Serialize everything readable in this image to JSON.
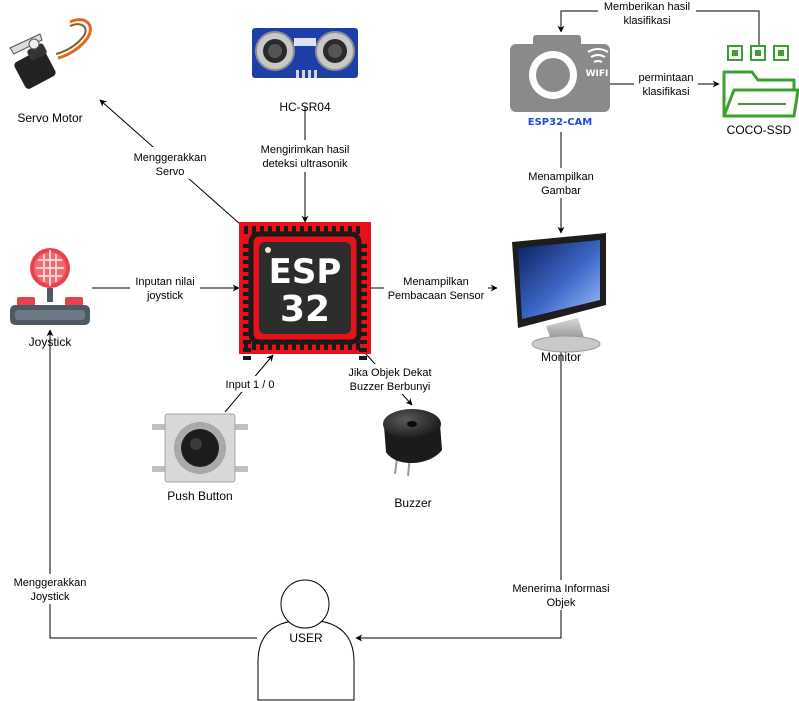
{
  "nodes": {
    "servo": "Servo Motor",
    "hcsr04": "HC-SR04",
    "joystick": "Joystick",
    "esp32_chip": [
      "ESP",
      "32"
    ],
    "push_button": "Push Button",
    "buzzer": "Buzzer",
    "user": "USER",
    "esp32cam": "ESP32-CAM",
    "wifi": "WIFI",
    "hcsr04_pins": "HC-SR04",
    "coco": "COCO-SSD",
    "monitor": "Monitor"
  },
  "edges": {
    "servo": [
      "Menggerakkan",
      "Servo"
    ],
    "sensor": [
      "Mengirimkan hasil",
      "deteksi ultrasonik"
    ],
    "joystick": [
      "Inputan nilai",
      "joystick"
    ],
    "display": [
      "Menampilkan",
      "Pembacaan Sensor"
    ],
    "button": "Input 1 / 0",
    "buzzer": [
      "Jika Objek Dekat",
      "Buzzer Berbunyi"
    ],
    "user_joystick": [
      "Menggerakkan",
      "Joystick"
    ],
    "user_info": [
      "Menerima Informasi",
      "Objek"
    ],
    "cam_monitor": [
      "Menampilkan",
      "Gambar"
    ],
    "cam_coco": [
      "permintaan",
      "klasifikasi"
    ],
    "coco_cam": [
      "Memberikan hasil",
      "klasifikasi"
    ]
  },
  "colors": {
    "esp_red": "#e8101b",
    "chip_dark": "#2d2d2d",
    "camera_gray": "#8a8a8a",
    "coco_green": "#3aa12e",
    "cam_label_blue": "#1f49d6",
    "hcsr_blue": "#1e3fa8"
  }
}
